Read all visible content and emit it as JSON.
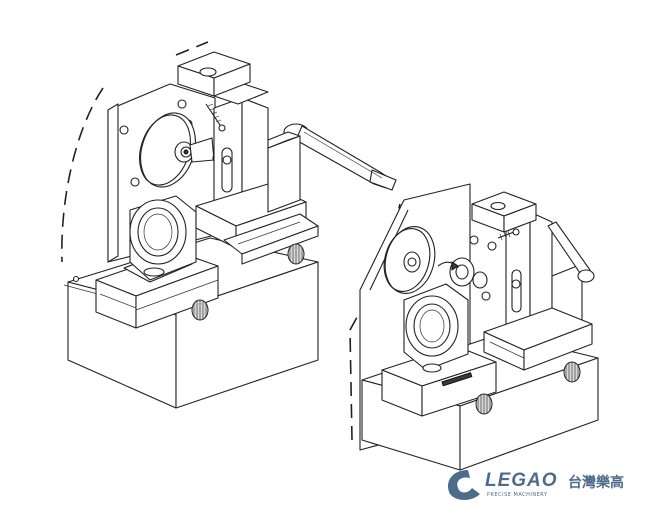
{
  "logo": {
    "wordmark": "LEGAO",
    "cjk": "台灣樂高",
    "tagline": "PRECISE MACHINERY",
    "color": "#4d6b8a"
  },
  "drawing": {
    "left_machine": "grinding-fixture-left",
    "right_machine": "grinding-fixture-right"
  }
}
